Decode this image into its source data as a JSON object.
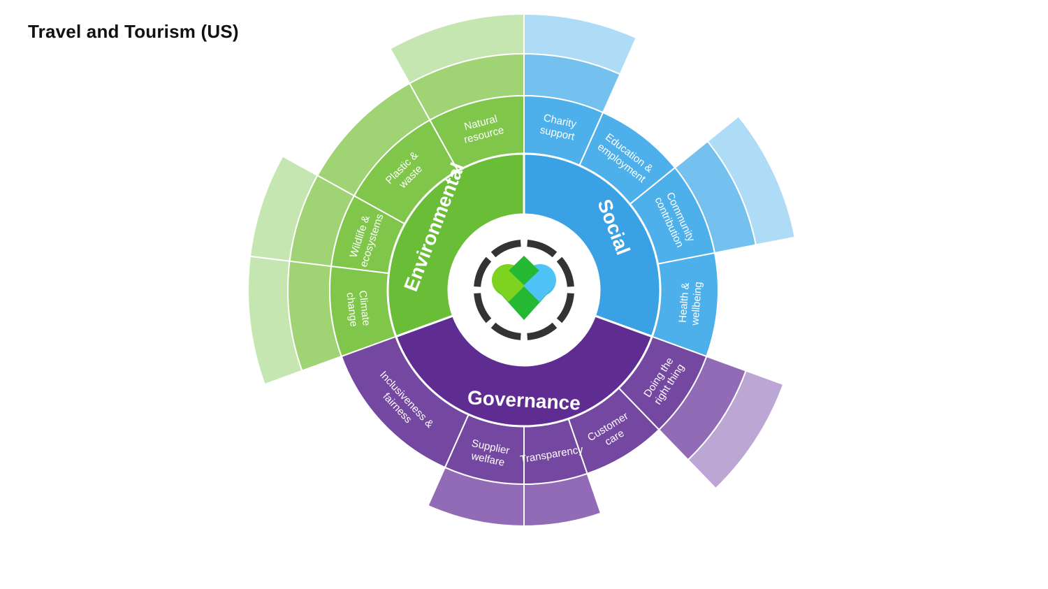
{
  "page": {
    "title": "Travel and Tourism (US)"
  },
  "colors": {
    "environmental": [
      "#c5e6b0",
      "#9fd373",
      "#7fc64a",
      "#6abd37"
    ],
    "social": [
      "#aedbf6",
      "#74c1ef",
      "#4eb0ea",
      "#3aa2e4"
    ],
    "governance": [
      "#bca7d4",
      "#916bb6",
      "#7447a1",
      "#5f2c92"
    ],
    "center_fill": "#ffffff",
    "ring_icon": "#333333",
    "heart_green_light": "#7ed321",
    "heart_blue": "#4fc3f7",
    "heart_green_dark": "#25b832",
    "category_text": "#ffffff"
  },
  "center": {
    "icon": "heart-logo-icon"
  },
  "categories": [
    {
      "id": "environmental",
      "label": "Environmental",
      "segments": [
        {
          "label": "Natural resource",
          "level": 4
        },
        {
          "label": "Plastic & waste",
          "level": 3
        },
        {
          "label": "Wildlife & ecosystems",
          "level": 4
        },
        {
          "label": "Climate change",
          "level": 4
        }
      ]
    },
    {
      "id": "social",
      "label": "Social",
      "segments": [
        {
          "label": "Charity support",
          "level": 4
        },
        {
          "label": "Education & employment",
          "level": 2
        },
        {
          "label": "Community contribution",
          "level": 4
        },
        {
          "label": "Health & wellbeing",
          "level": 2
        }
      ]
    },
    {
      "id": "governance",
      "label": "Governance",
      "segments": [
        {
          "label": "Doing the right thing",
          "level": 4
        },
        {
          "label": "Customer care",
          "level": 2
        },
        {
          "label": "Transparency",
          "level": 3
        },
        {
          "label": "Supplier welfare",
          "level": 3
        },
        {
          "label": "Inclusiveness & fairness",
          "level": 2
        }
      ]
    }
  ]
}
